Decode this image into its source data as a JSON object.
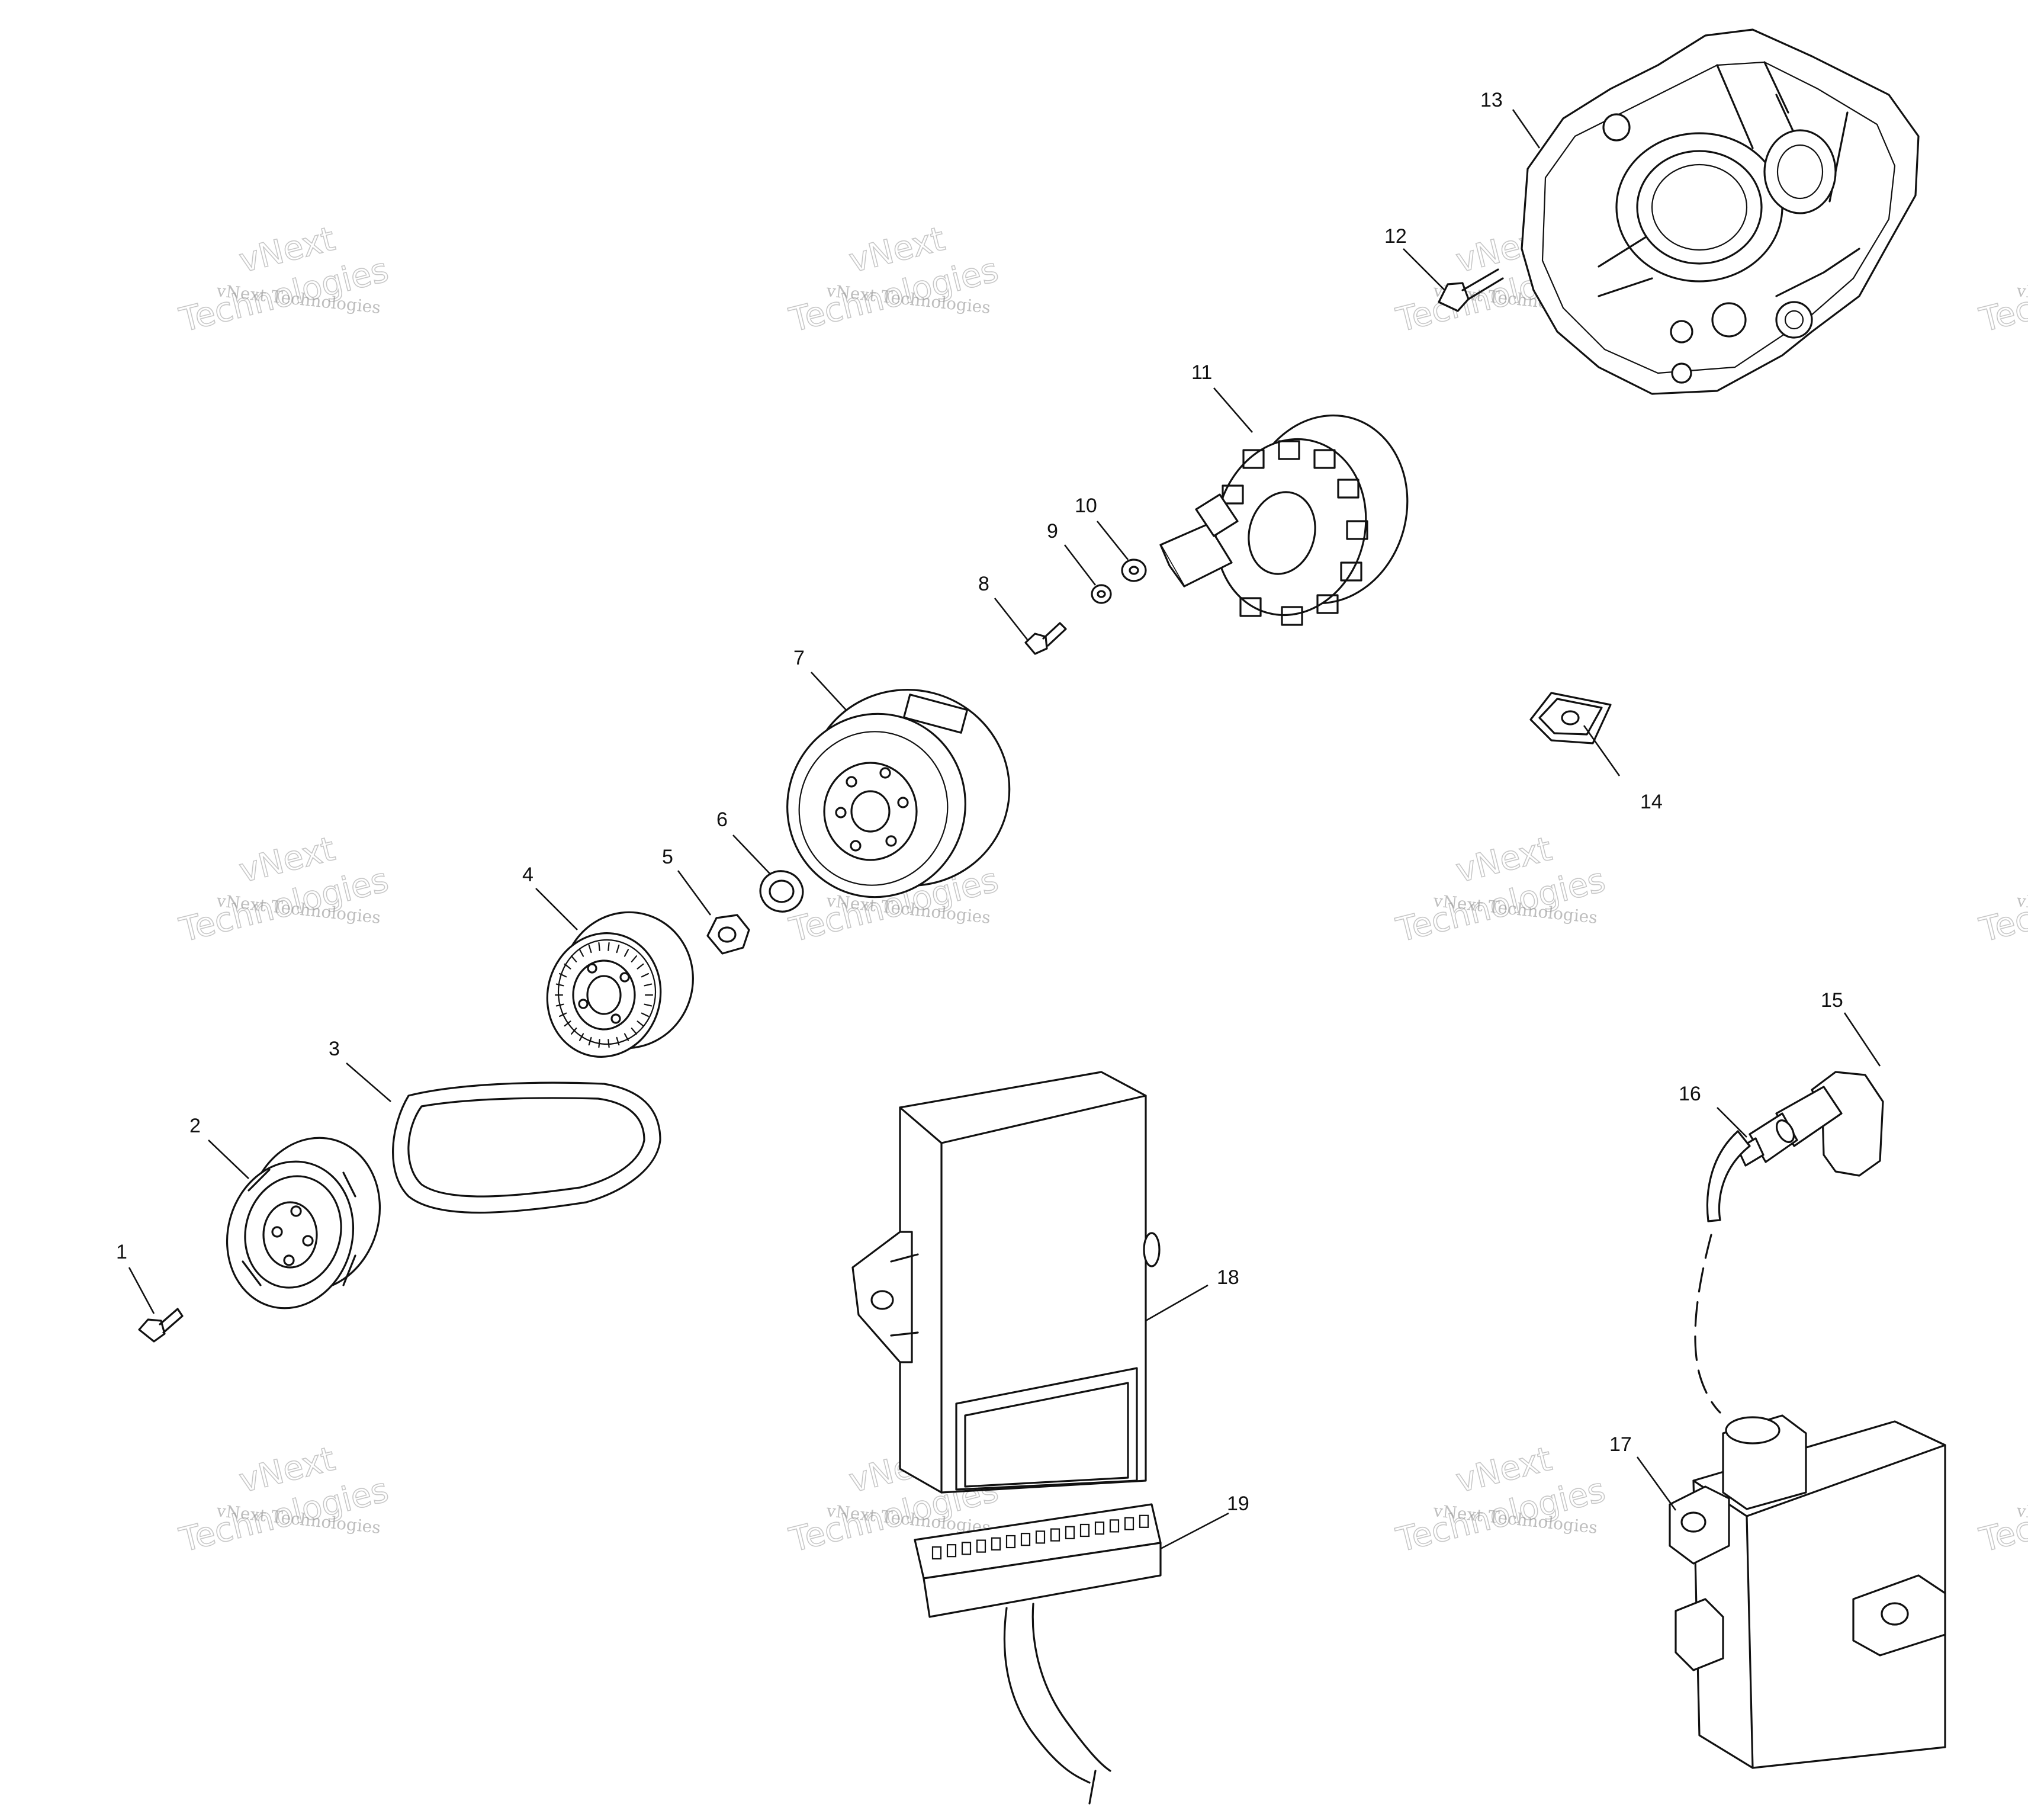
{
  "callouts": [
    {
      "id": "1",
      "label": "1"
    },
    {
      "id": "2",
      "label": "2"
    },
    {
      "id": "3",
      "label": "3"
    },
    {
      "id": "4",
      "label": "4"
    },
    {
      "id": "5",
      "label": "5"
    },
    {
      "id": "6",
      "label": "6"
    },
    {
      "id": "7",
      "label": "7"
    },
    {
      "id": "8",
      "label": "8"
    },
    {
      "id": "9",
      "label": "9"
    },
    {
      "id": "10",
      "label": "10"
    },
    {
      "id": "11",
      "label": "11"
    },
    {
      "id": "12",
      "label": "12"
    },
    {
      "id": "13",
      "label": "13"
    },
    {
      "id": "14",
      "label": "14"
    },
    {
      "id": "15",
      "label": "15"
    },
    {
      "id": "16",
      "label": "16"
    },
    {
      "id": "17",
      "label": "17"
    },
    {
      "id": "18",
      "label": "18"
    },
    {
      "id": "19",
      "label": "19"
    }
  ],
  "watermark": {
    "brand_line": "vNext Technologies",
    "big_word_1": "vNext",
    "big_word_2": "Technologies"
  }
}
